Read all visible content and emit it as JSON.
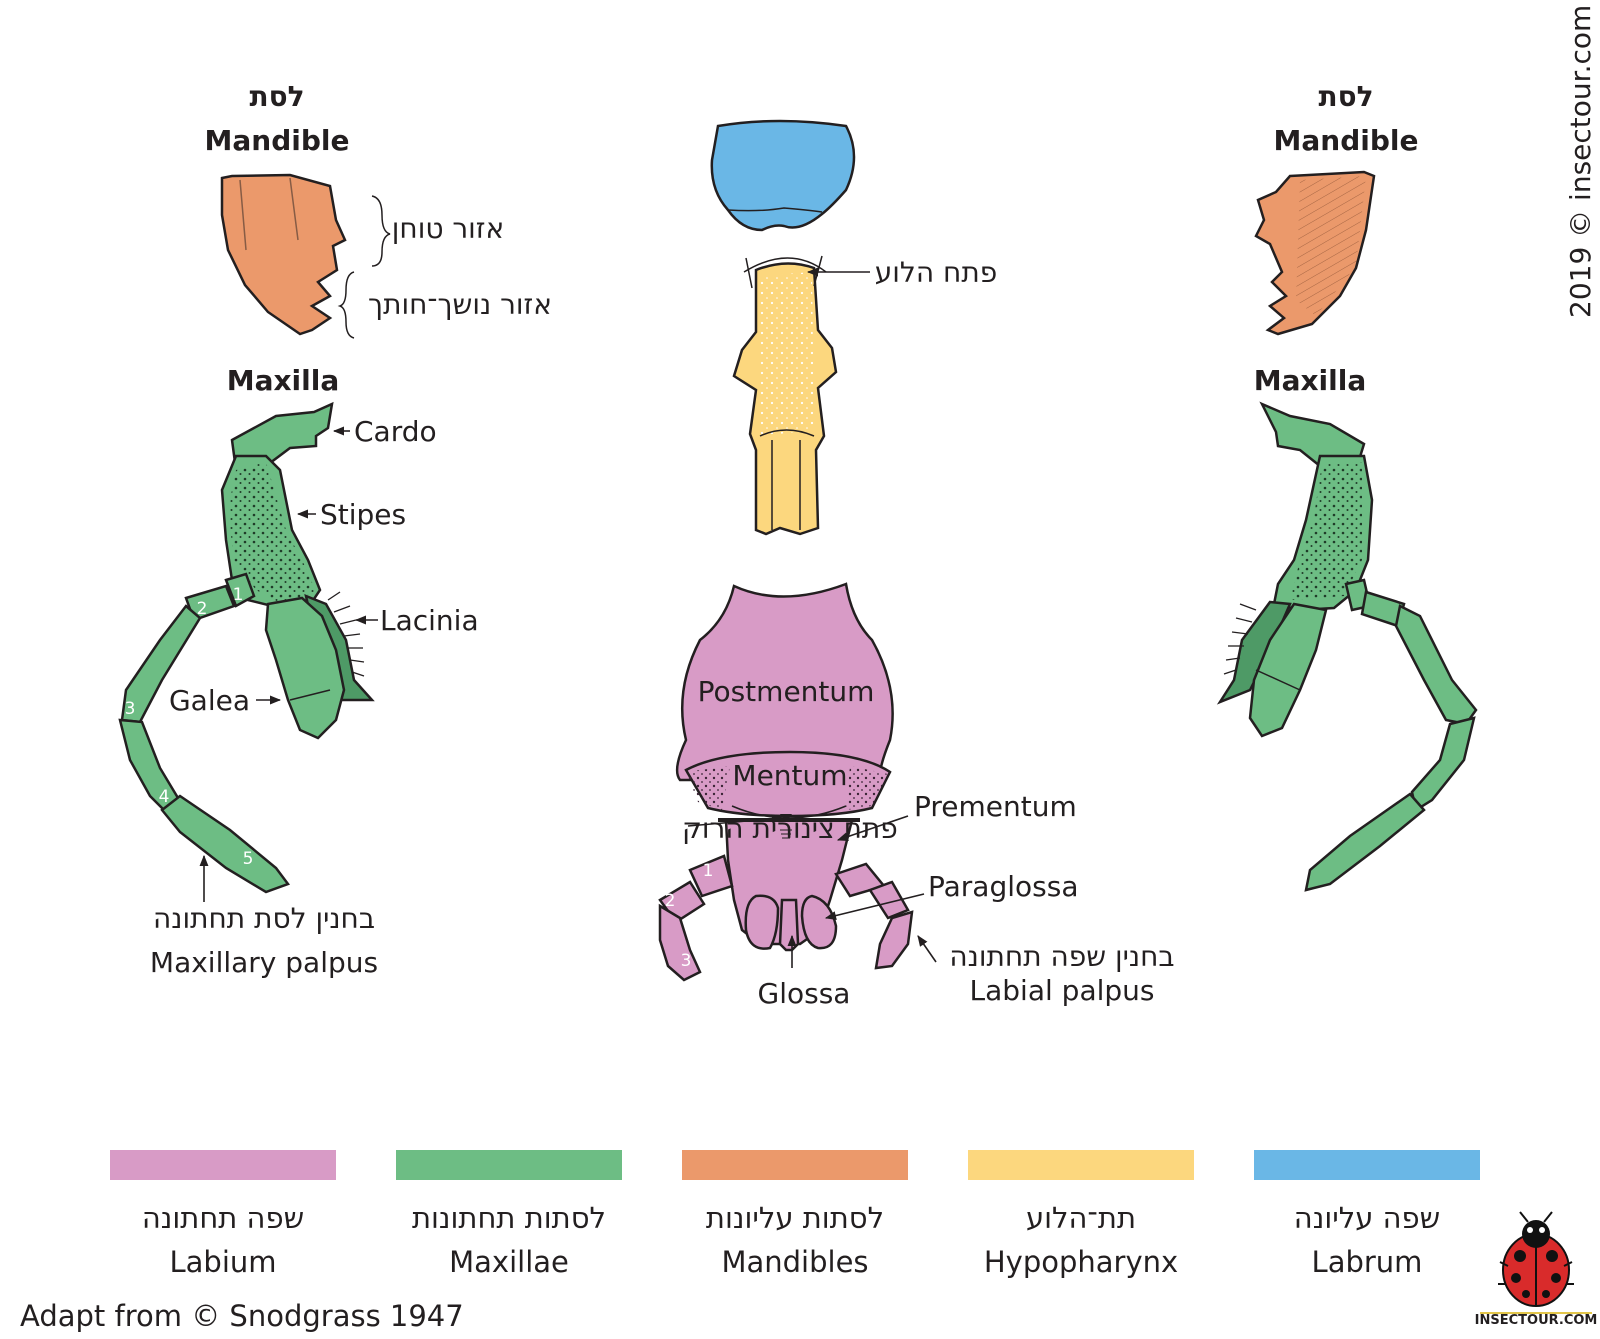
{
  "colors": {
    "labrum": "#6ab7e6",
    "hypopharynx": "#fcd77e",
    "mandible": "#eb996b",
    "maxilla": "#6dbd84",
    "labium": "#d89bc6"
  },
  "mandible_left": {
    "title_he": "לסת",
    "title_en": "Mandible",
    "grinding_zone": "אזור טוחן",
    "incisor_zone": "אזור נושך־חותך"
  },
  "mandible_right": {
    "title_he": "לסת",
    "title_en": "Mandible"
  },
  "maxilla_left": {
    "title": "Maxilla",
    "cardo": "Cardo",
    "stipes": "Stipes",
    "lacinia": "Lacinia",
    "galea": "Galea",
    "palpus_he": "בחנין לסת תחתונה",
    "palpus_en": "Maxillary palpus",
    "segments": [
      "1",
      "2",
      "3",
      "4",
      "5"
    ]
  },
  "maxilla_right": {
    "title": "Maxilla"
  },
  "hypopharynx": {
    "mouth_label": "פתח הלוע"
  },
  "labium": {
    "postmentum": "Postmentum",
    "mentum": "Mentum",
    "prementum": "Prementum",
    "salivary_opening": "פתח צינורית הרוק",
    "paraglossa": "Paraglossa",
    "glossa": "Glossa",
    "palpus_he": "בחנין שפה תחתונה",
    "palpus_en": "Labial palpus",
    "segments": [
      "1",
      "2",
      "3"
    ]
  },
  "legend": [
    {
      "he": "שפה תחתונה",
      "en": "Labium",
      "color": "#d89bc6"
    },
    {
      "he": "לסתות תחתונות",
      "en": "Maxillae",
      "color": "#6dbd84"
    },
    {
      "he": "לסתות עליונות",
      "en": "Mandibles",
      "color": "#eb996b"
    },
    {
      "he": "תת־הלוע",
      "en": "Hypopharynx",
      "color": "#fcd77e"
    },
    {
      "he": "שפה עליונה",
      "en": "Labrum",
      "color": "#6ab7e6"
    }
  ],
  "copyright_vertical": "2019 © insectour.com",
  "credit": "Adapt from © Snodgrass 1947",
  "logo_text": "INSECTOUR.COM"
}
